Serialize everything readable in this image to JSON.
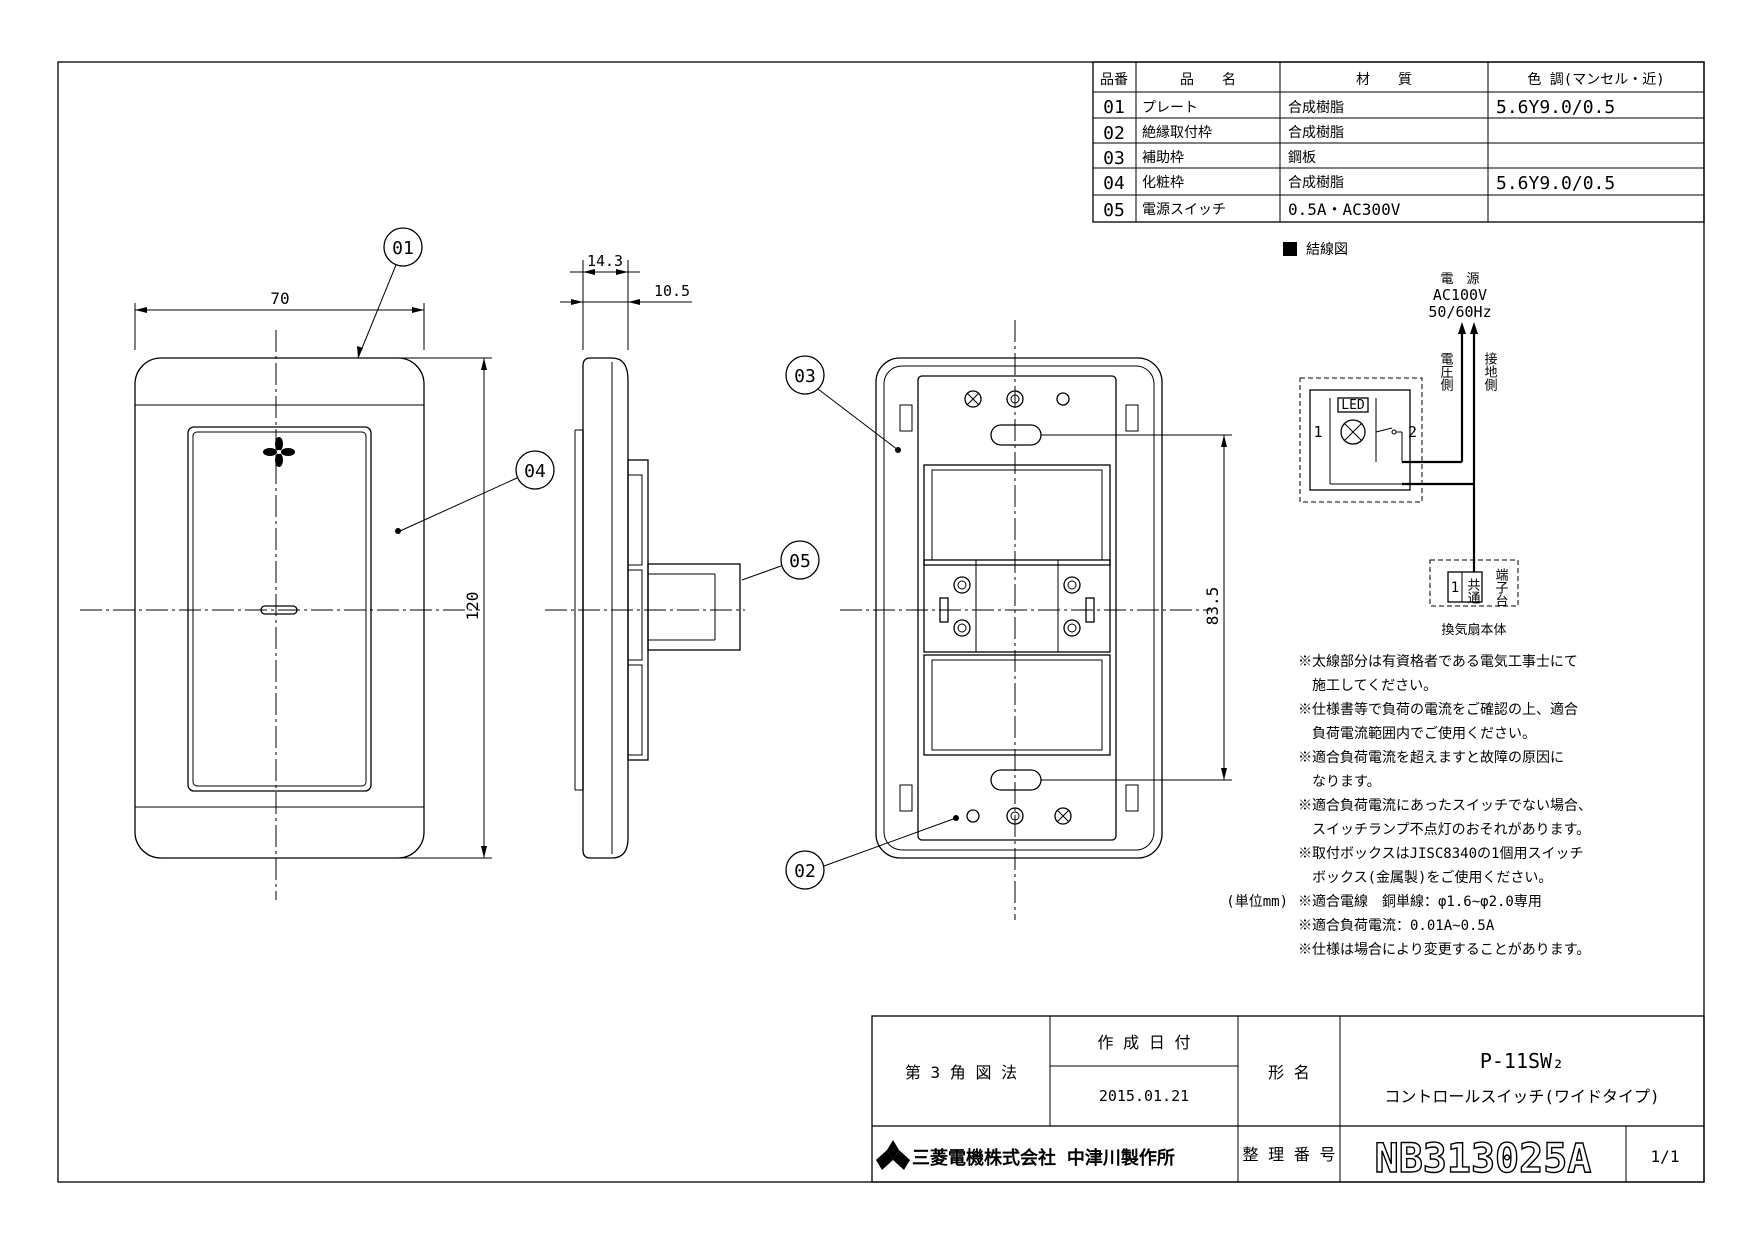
{
  "parts_table": {
    "headers": [
      "品番",
      "品　　名",
      "材　　質",
      "色 調(マンセル・近)"
    ],
    "rows": [
      {
        "no": "01",
        "name": "プレート",
        "material": "合成樹脂",
        "color": "5.6Y9.0/0.5"
      },
      {
        "no": "02",
        "name": "絶縁取付枠",
        "material": "合成樹脂",
        "color": ""
      },
      {
        "no": "03",
        "name": "補助枠",
        "material": "鋼板",
        "color": ""
      },
      {
        "no": "04",
        "name": "化粧枠",
        "material": "合成樹脂",
        "color": "5.6Y9.0/0.5"
      },
      {
        "no": "05",
        "name": "電源スイッチ",
        "material": "0.5A・AC300V",
        "color": ""
      }
    ]
  },
  "front_view": {
    "width_dim": "70",
    "height_dim": "120",
    "callout_01": "01",
    "callout_04": "04"
  },
  "side_view": {
    "dim_top": "14.3",
    "dim_depth": "10.5",
    "callout_05": "05"
  },
  "back_view": {
    "pitch_dim": "83.5",
    "callout_03": "03",
    "callout_02": "02"
  },
  "wiring": {
    "title": "結線図",
    "power_1": "電　源",
    "power_2": "AC100V",
    "power_3": "50/60Hz",
    "voltage_side": "電圧側",
    "ground_side": "接地側",
    "led": "LED",
    "term_1": "1",
    "term_2": "2",
    "block_1": "1",
    "block_common": "共通",
    "terminal_block": "端子台",
    "fan_body": "換気扇本体"
  },
  "notes": [
    "※太線部分は有資格者である電気工事士にて",
    "　施工してください。",
    "※仕様書等で負荷の電流をご確認の上、適合",
    "　負荷電流範囲内でご使用ください。",
    "※適合負荷電流を超えますと故障の原因に",
    "　なります。",
    "※適合負荷電流にあったスイッチでない場合、",
    "　スイッチランプ不点灯のおそれがあります。",
    "※取付ボックスはJISC8340の1個用スイッチ",
    "　ボックス(金属製)をご使用ください。",
    "※適合電線　銅単線：φ1.6~φ2.0専用",
    "※適合負荷電流：0.01A~0.5A",
    "※仕様は場合により変更することがあります。"
  ],
  "unit_label": "(単位mm)",
  "title_block": {
    "projection": "第 3 角 図 法",
    "date_label": "作 成 日 付",
    "date": "2015.01.21",
    "model_label": "形 名",
    "model": "P-11SW₂",
    "product": "コントロールスイッチ(ワイドタイプ)",
    "company": "三菱電機株式会社 中津川製作所",
    "number_label": "整 理 番 号",
    "number": "NB313025A",
    "page": "1/1"
  }
}
